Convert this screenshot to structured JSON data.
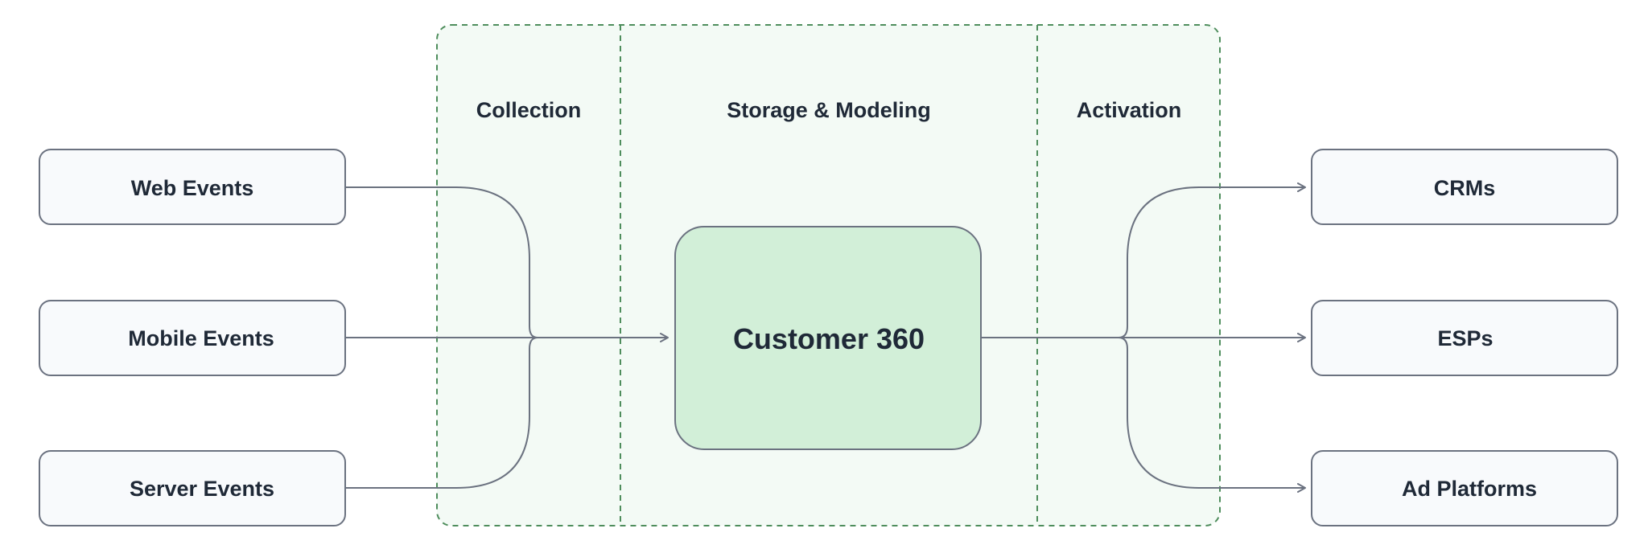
{
  "stages": {
    "collection": "Collection",
    "storage": "Storage & Modeling",
    "activation": "Activation"
  },
  "sources": [
    {
      "label": "Web Events"
    },
    {
      "label": "Mobile Events"
    },
    {
      "label": "Server Events"
    }
  ],
  "hub": {
    "label": "Customer 360"
  },
  "destinations": [
    {
      "label": "CRMs"
    },
    {
      "label": "ESPs"
    },
    {
      "label": "Ad Platforms"
    }
  ],
  "colors": {
    "stage_fill": "#f3faf5",
    "stage_border": "#4e8d5c",
    "node_fill": "#f8fafc",
    "node_border": "#6b7280",
    "hub_fill": "#d2efd8",
    "text": "#1f2937",
    "connector": "#6b7280"
  }
}
